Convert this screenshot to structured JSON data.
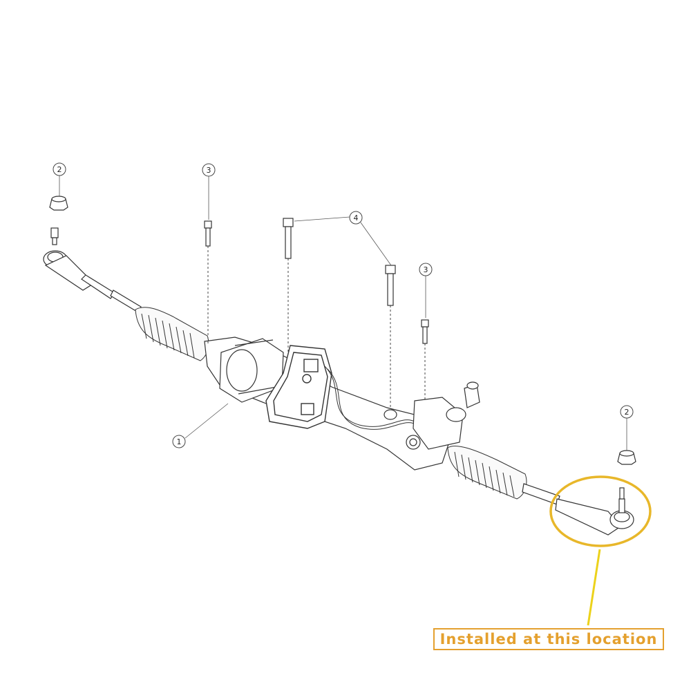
{
  "callouts": [
    {
      "id": "c1",
      "label": "1"
    },
    {
      "id": "c2a",
      "label": "2"
    },
    {
      "id": "c2b",
      "label": "2"
    },
    {
      "id": "c3a",
      "label": "3"
    },
    {
      "id": "c3b",
      "label": "3"
    },
    {
      "id": "c4",
      "label": "4"
    }
  ],
  "annotation": {
    "text": "Installed at this location",
    "color": "#e4a02e",
    "highlight_color": "#e8b72a",
    "pointer_color": "#ecd21b"
  }
}
